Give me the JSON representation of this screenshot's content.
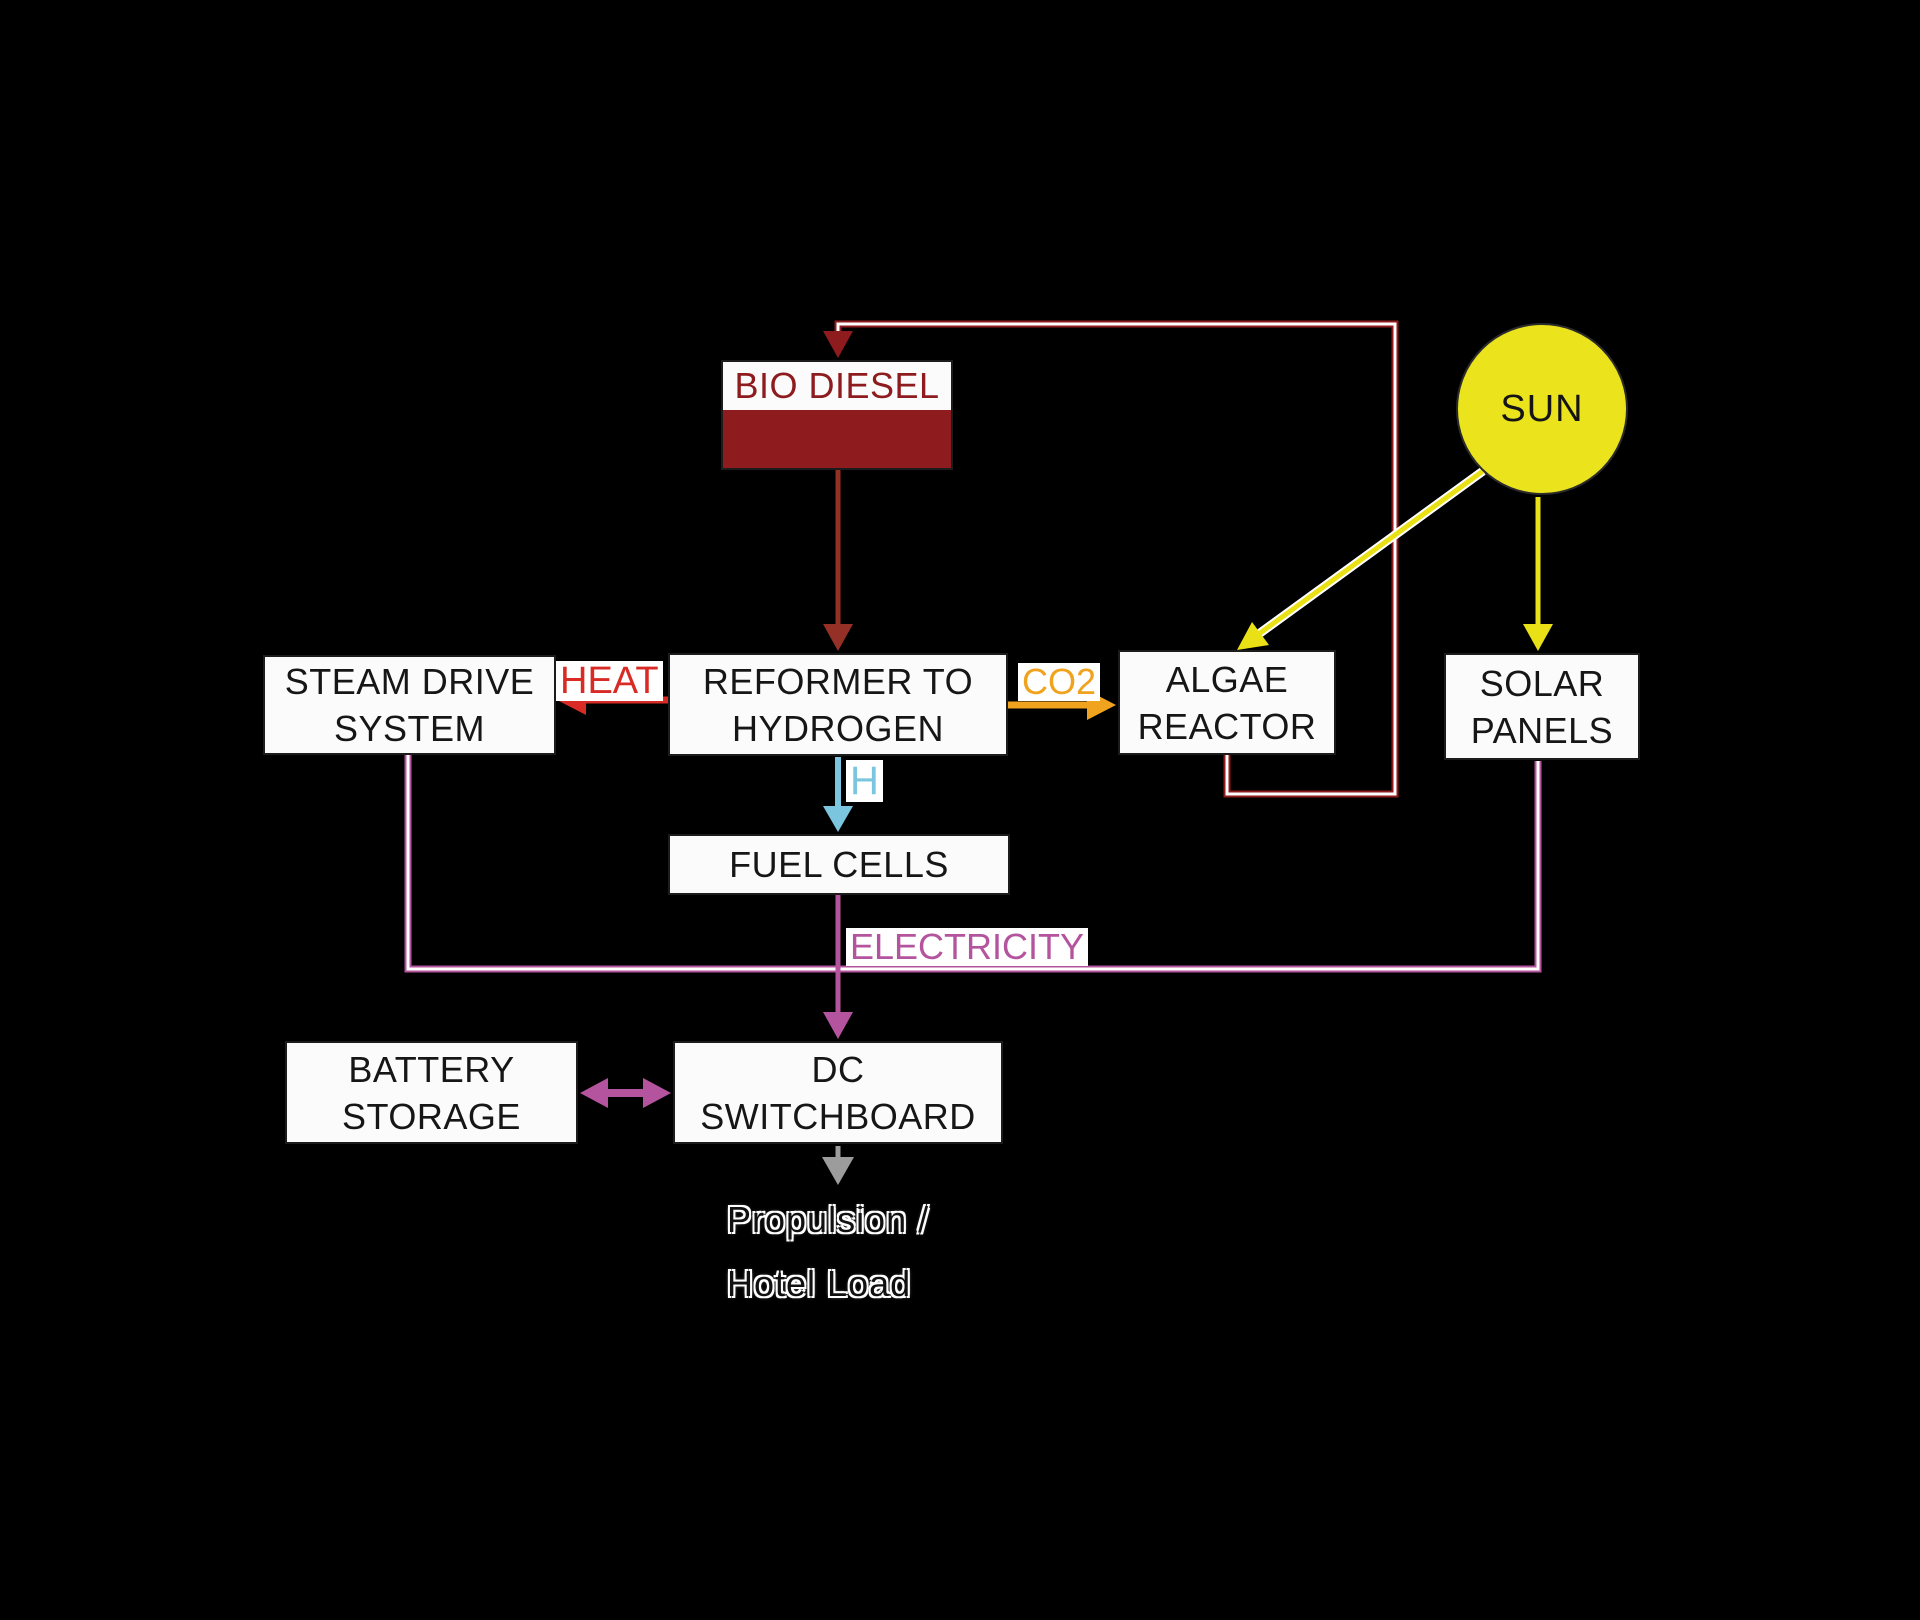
{
  "nodes": {
    "bio_diesel": "BIO DIESEL",
    "steam_drive": "STEAM DRIVE\nSYSTEM",
    "reformer": "REFORMER TO\nHYDROGEN",
    "algae_reactor": "ALGAE\nREACTOR",
    "solar_panels": "SOLAR\nPANELS",
    "fuel_cells": "FUEL CELLS",
    "battery_storage": "BATTERY\nSTORAGE",
    "dc_switchboard": "DC\nSWITCHBOARD",
    "sun": "SUN"
  },
  "flow_labels": {
    "heat": "HEAT",
    "co2": "CO2",
    "hydrogen": "H",
    "electricity": "ELECTRICITY"
  },
  "output": {
    "line1": "Propulsion /",
    "line2": "Hotel Load"
  },
  "colors": {
    "background": "#000000",
    "box_bg": "#fbfbfb",
    "box_border": "#1c1c1c",
    "box_text": "#161616",
    "dark_red": "#8e1b1e",
    "rust": "#943026",
    "red": "#d92b25",
    "orange": "#efa31f",
    "cyan": "#7cc5de",
    "magenta": "#b4549e",
    "yellow": "#e9e116",
    "gray": "#9c9c9c",
    "sun_fill": "#ebe41d",
    "white": "#ffffff"
  }
}
